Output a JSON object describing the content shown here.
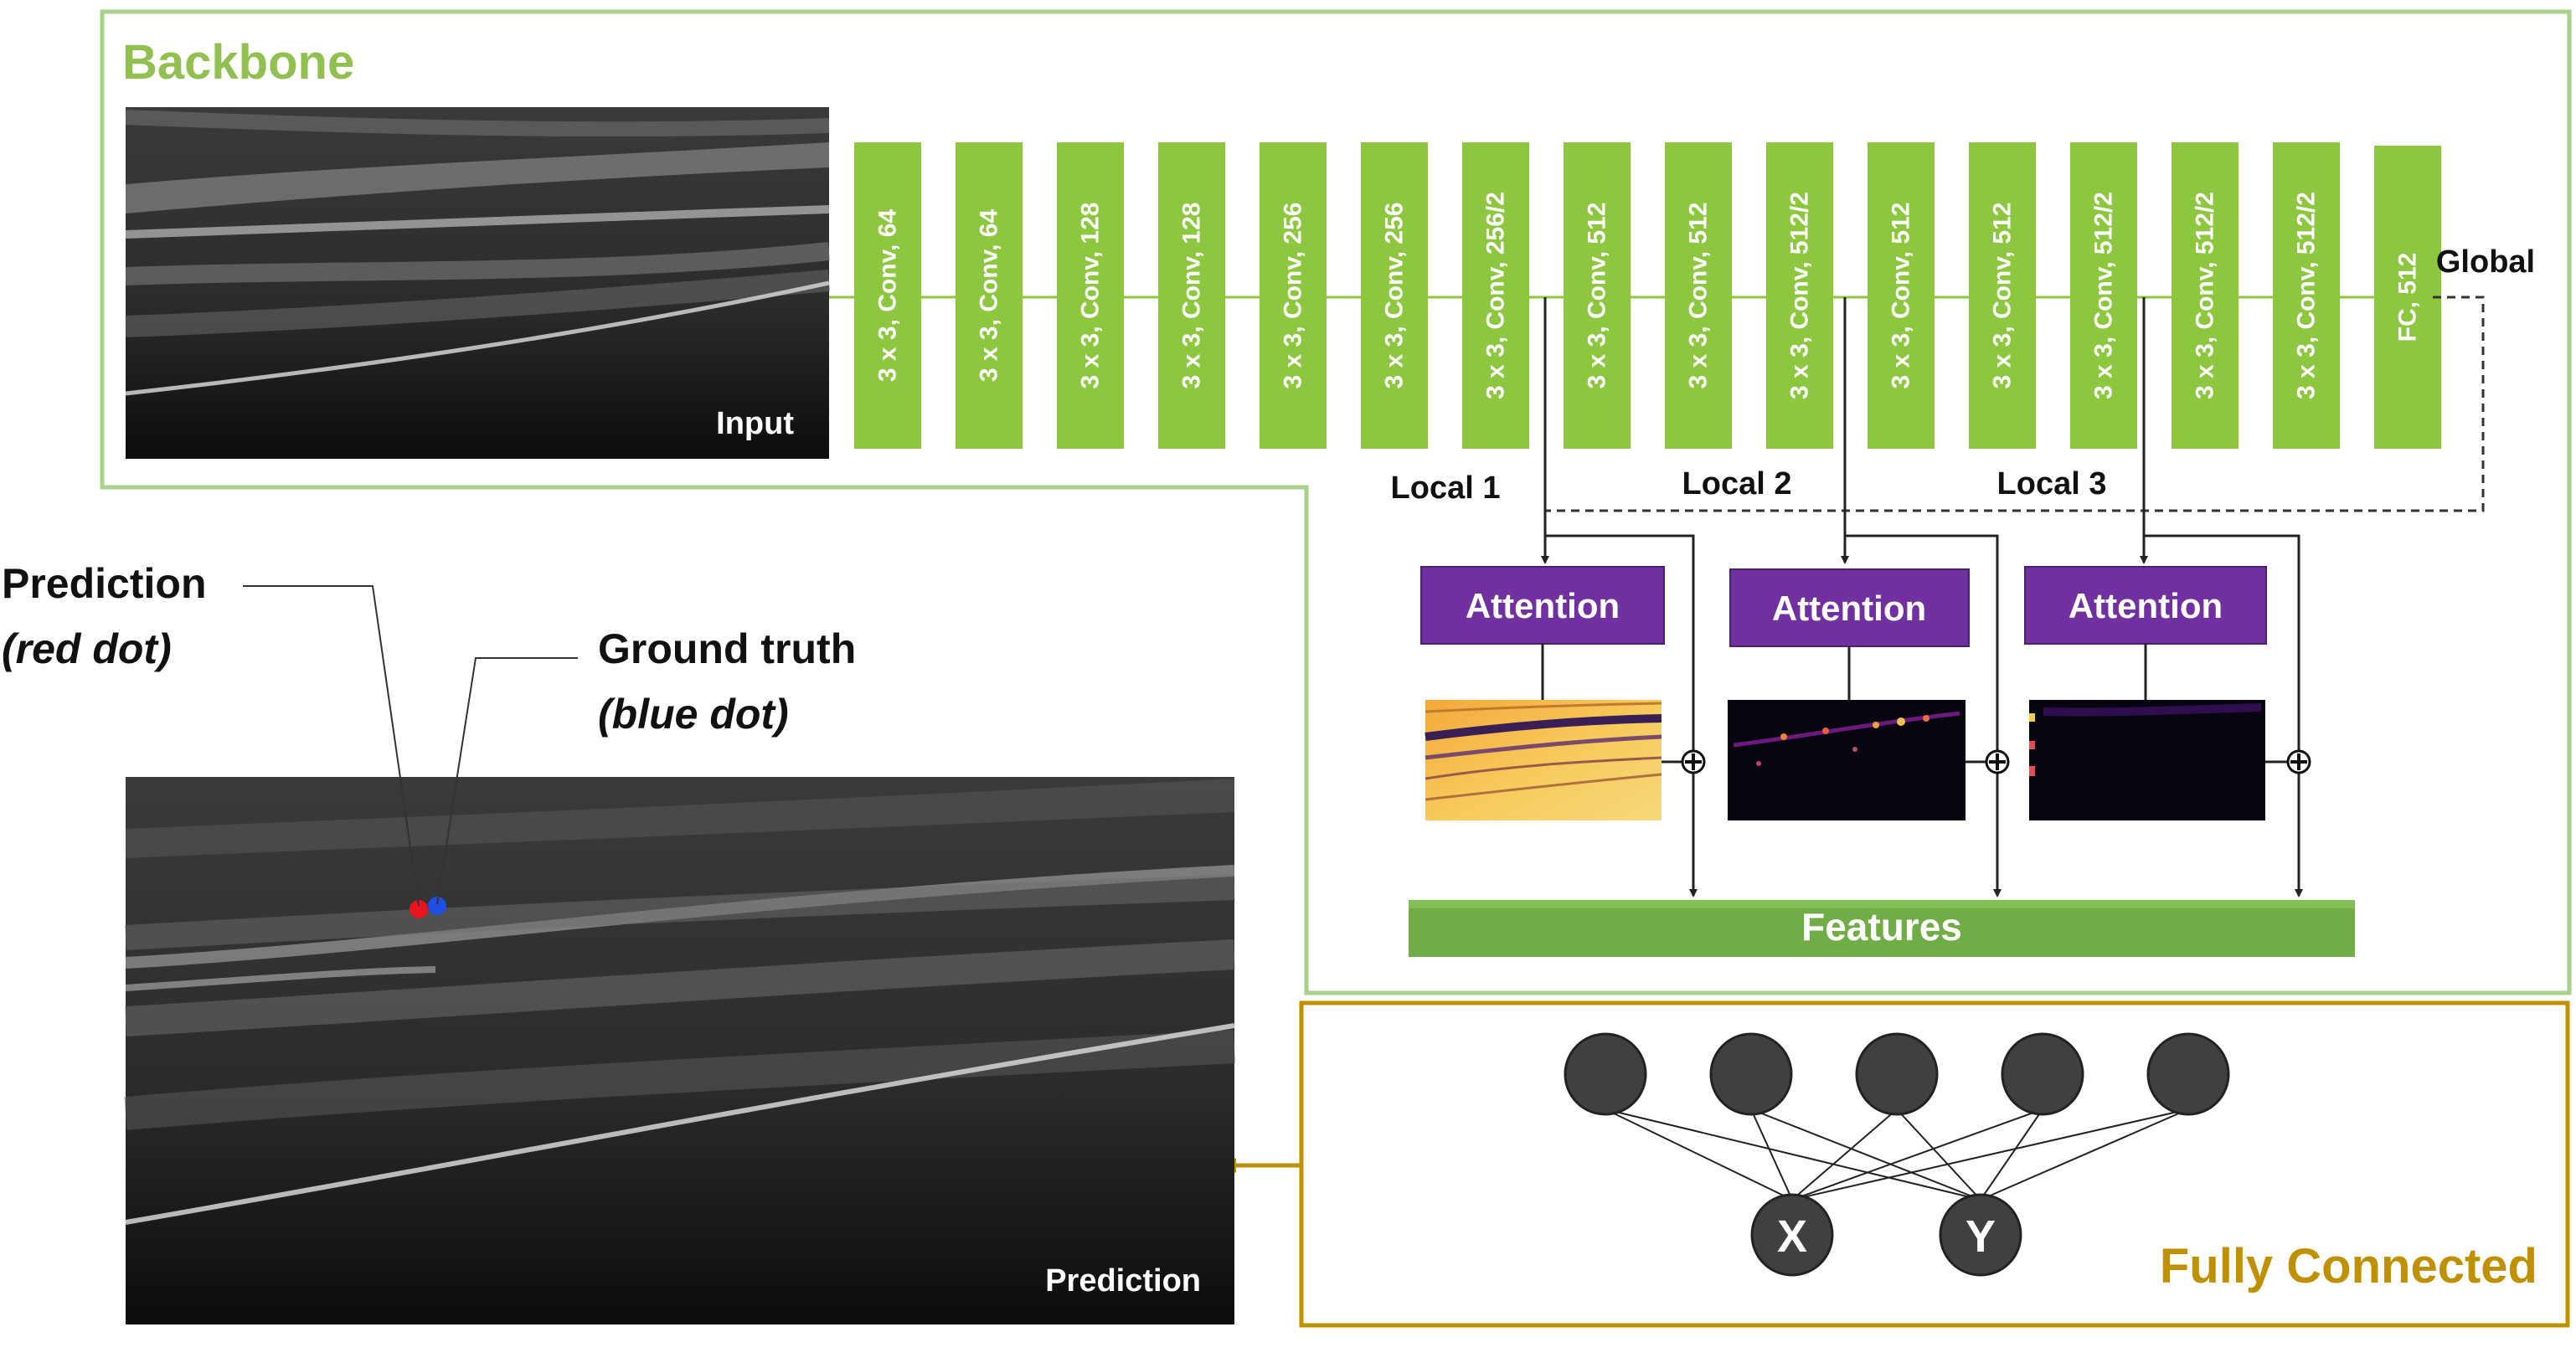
{
  "backbone": {
    "title": "Backbone",
    "input_label": "Input",
    "layers": [
      "3 x 3, Conv, 64",
      "3 x 3, Conv, 64",
      "3 x 3, Conv, 128",
      "3 x 3, Conv, 128",
      "3 x 3, Conv, 256",
      "3 x 3, Conv, 256",
      "3 x 3, Conv, 256/2",
      "3 x 3, Conv, 512",
      "3 x 3, Conv, 512",
      "3 x 3, Conv, 512/2",
      "3 x 3, Conv, 512",
      "3 x 3, Conv, 512",
      "3 x 3, Conv, 512/2",
      "3 x 3, Conv, 512/2",
      "3 x 3, Conv, 512/2",
      "FC, 512"
    ],
    "global_label": "Global",
    "local_labels": [
      "Local 1",
      "Local 2",
      "Local 3"
    ],
    "attention_label": "Attention",
    "features_label": "Features"
  },
  "fully_connected": {
    "title": "Fully Connected",
    "input_node_count": 5,
    "outputs": [
      "X",
      "Y"
    ]
  },
  "prediction": {
    "image_label": "Prediction",
    "pred_title": "Prediction",
    "pred_subtitle": "(red dot)",
    "gt_title": "Ground truth",
    "gt_subtitle": "(blue dot)"
  },
  "colors": {
    "backbone_border": "#a9d18e",
    "backbone_title": "#92c050",
    "layer_fill": "#8dc63f",
    "attention_fill": "#7030a0",
    "features_fill": "#70ad47",
    "fc_border": "#bf9000",
    "fc_title": "#bf9000",
    "node_fill": "#404040",
    "pred_dot": "#e8141e",
    "gt_dot": "#1e50e6"
  }
}
